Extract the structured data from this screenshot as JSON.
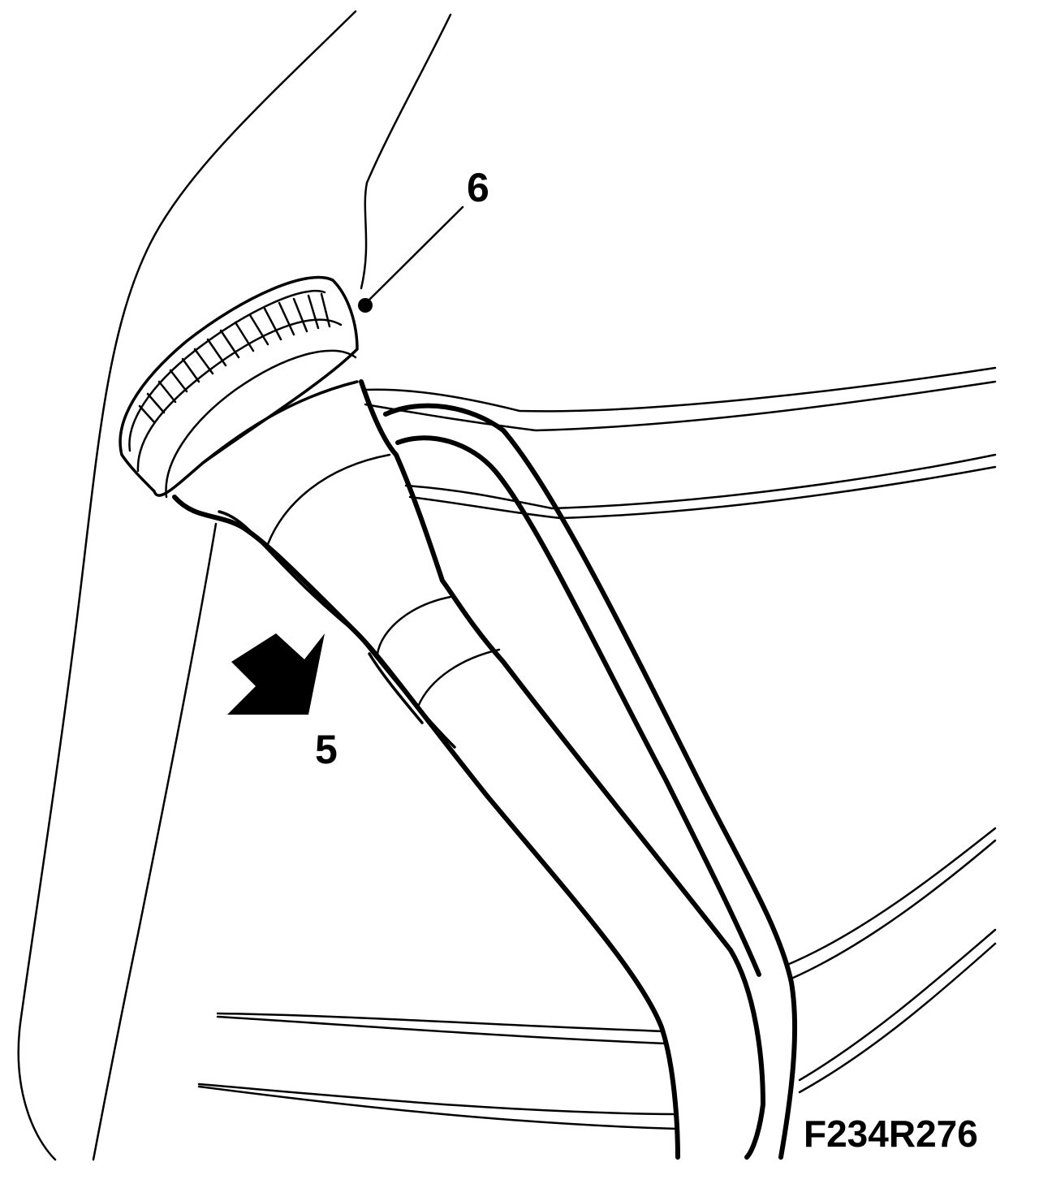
{
  "callouts": {
    "label_6": "6",
    "label_5": "5"
  },
  "figure_code": "F234R276",
  "icons": {
    "direction_arrow": "filled-arrow-down-left"
  },
  "colors": {
    "line": "#000000",
    "background": "#ffffff"
  }
}
